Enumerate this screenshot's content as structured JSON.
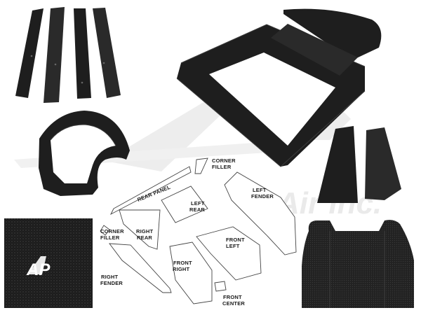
{
  "watermark": {
    "text": "Air Inc."
  },
  "swatch": {
    "logo_text": "AP"
  },
  "labels": {
    "corner_filler_top": [
      "CORNER",
      "FILLER"
    ],
    "rear_panel": "REAR PANEL",
    "left_rear": [
      "LEFT",
      "REAR"
    ],
    "left_fender": [
      "LEFT",
      "FENDER"
    ],
    "corner_filler_left": [
      "CORNER",
      "FILLER"
    ],
    "right_rear": [
      "RIGHT",
      "REAR"
    ],
    "front_left": [
      "FRONT",
      "LEFT"
    ],
    "front_right": [
      "FRONT",
      "RIGHT"
    ],
    "right_fender": [
      "RIGHT",
      "FENDER"
    ],
    "front_center": [
      "FRONT",
      "CENTER"
    ]
  },
  "colors": {
    "part_black": "#1e1e1e",
    "watermark_gray": "#ececec",
    "diagram_stroke": "#444444"
  }
}
